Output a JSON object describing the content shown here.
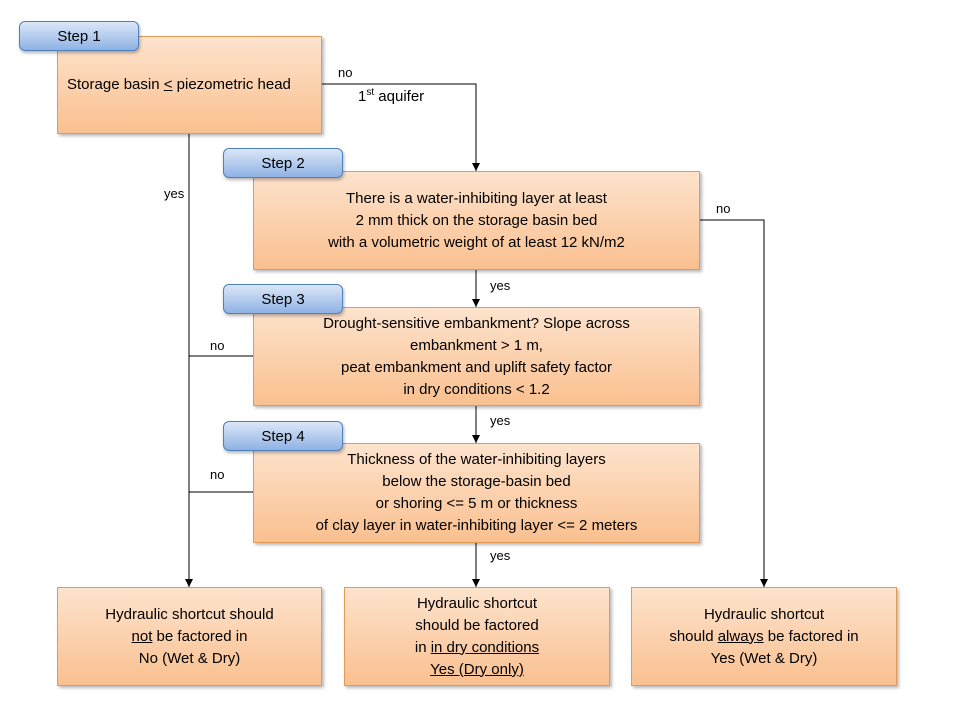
{
  "steps": {
    "step1": "Step 1",
    "step2": "Step 2",
    "step3": "Step 3",
    "step4": "Step 4"
  },
  "boxes": {
    "step1": {
      "pre": "Storage basin ",
      "symbol": "<",
      "post": " piezometric head"
    },
    "step2": {
      "lines": [
        "There is a water-inhibiting layer at least",
        "2 mm thick on the storage basin bed",
        "with a volumetric weight of at least 12 kN/m2"
      ]
    },
    "step3": {
      "lines": [
        "Drought-sensitive embankment? Slope across",
        "embankment > 1 m,",
        "peat embankment and uplift safety factor",
        "in dry conditions < 1.2"
      ]
    },
    "step4": {
      "lines": [
        "Thickness of the water-inhibiting layers",
        "below the storage-basin bed",
        "or shoring <= 5 m or thickness",
        "of clay layer in water-inhibiting layer <= 2 meters"
      ]
    }
  },
  "outcomes": {
    "left": {
      "line1": "Hydraulic shortcut should",
      "line2_u": "not",
      "line2_rest": " be factored in",
      "line3": "No (Wet & Dry)"
    },
    "middle": {
      "line1": "Hydraulic shortcut",
      "line2": "should be factored",
      "line3_pre": "in ",
      "line3_u": "in dry conditions",
      "line4_u": "Yes (Dry only)"
    },
    "right": {
      "line1": "Hydraulic shortcut",
      "line2_pre": "should ",
      "line2_u": "always",
      "line2_rest": " be factored in",
      "line3": "Yes (Wet & Dry)"
    }
  },
  "labels": {
    "step1_no": "no",
    "aquifer_num": "1",
    "aquifer_sup": "st",
    "aquifer_rest": " aquifer",
    "step1_yes": "yes",
    "step2_no": "no",
    "step2_yes": "yes",
    "step3_no": "no",
    "step3_yes": "yes",
    "step4_no": "no",
    "step4_yes": "yes"
  }
}
